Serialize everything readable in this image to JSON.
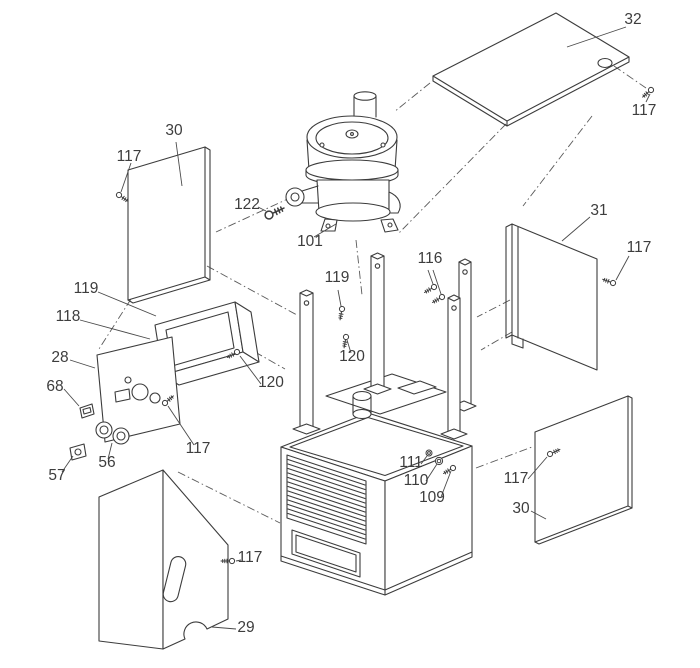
{
  "meta": {
    "kind": "exploded-parts-diagram"
  },
  "colors": {
    "line": "#3c3c3c",
    "leader": "#4a4a4a",
    "label": "#3d3d3d",
    "background": "#ffffff"
  },
  "labels": {
    "p32": "32",
    "p117a": "117",
    "p30a": "30",
    "p117b": "117",
    "p122": "122",
    "p31": "31",
    "p101": "101",
    "p117c": "117",
    "p116": "116",
    "p119a": "119",
    "p119b": "119",
    "p118": "118",
    "p28": "28",
    "p120a": "120",
    "p120b": "120",
    "p68": "68",
    "p117d": "117",
    "p111": "111",
    "p56": "56",
    "p57": "57",
    "p110": "110",
    "p109": "109",
    "p117e": "117",
    "p30b": "30",
    "p117f": "117",
    "p29": "29"
  }
}
